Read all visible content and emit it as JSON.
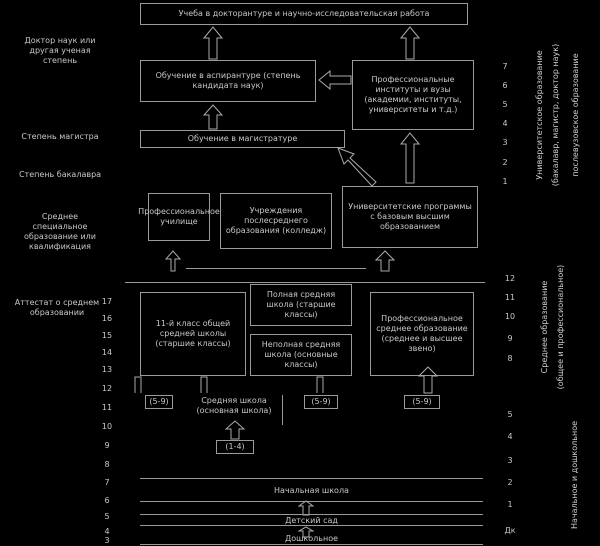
{
  "left_labels": [
    "Доктор наук или другая ученая степень",
    "Степень магистра",
    "Степень бакалавра",
    "Среднее специальное образование или квалификация",
    "Аттестат о среднем образовании"
  ],
  "boxes": {
    "doctorate_work": "Учеба в докторантуре и научно-исследовательская работа",
    "aspirantura": "Обучение в аспирантуре (степень кандидата наук)",
    "institutes": "Профессиональные институты и вузы (академии, институты, университеты и т.д.)",
    "magistratura": "Обучение в магистратуре",
    "prof_school": "Профессиональное училище",
    "post_secondary": "Учреждения послесреднего образования (колледж)",
    "university": "Университетские программы с базовым высшим образованием",
    "general_secondary": "11-й класс общей средней школы (старшие классы)",
    "full_secondary": "Полная средняя школа (старшие классы)",
    "incomplete_secondary": "Неполная средняя школа (основные классы)",
    "vocational_secondary": "Профессиональное среднее образование (среднее и высшее звено)",
    "grade_a": "(5-9)",
    "basic_school": "Средняя школа (основная школа)",
    "grade_b": "(5-9)",
    "grade_c": "(5-9)",
    "grade_primary": "(1-4)",
    "primary": "Начальная школа",
    "kindergarten": "Детский сад",
    "preschool": "Дошкольное"
  },
  "ages": [
    "17",
    "16",
    "15",
    "14",
    "13",
    "12",
    "11",
    "10",
    "9",
    "8",
    "7",
    "6",
    "5",
    "4",
    "3"
  ],
  "higher_years": [
    "7",
    "6",
    "5",
    "4",
    "3",
    "2",
    "1"
  ],
  "school_years_upper": [
    "12",
    "11",
    "10",
    "9",
    "8"
  ],
  "school_years_lower": [
    "5",
    "4",
    "3",
    "2",
    "1",
    "Дк"
  ],
  "right_labels": [
    "Университетское образование",
    "(бакалавр, магистр, доктор наук)",
    "послевузовское образование",
    "Среднее образование",
    "(общее и профессиональное)",
    "Начальное и дошкольное"
  ]
}
